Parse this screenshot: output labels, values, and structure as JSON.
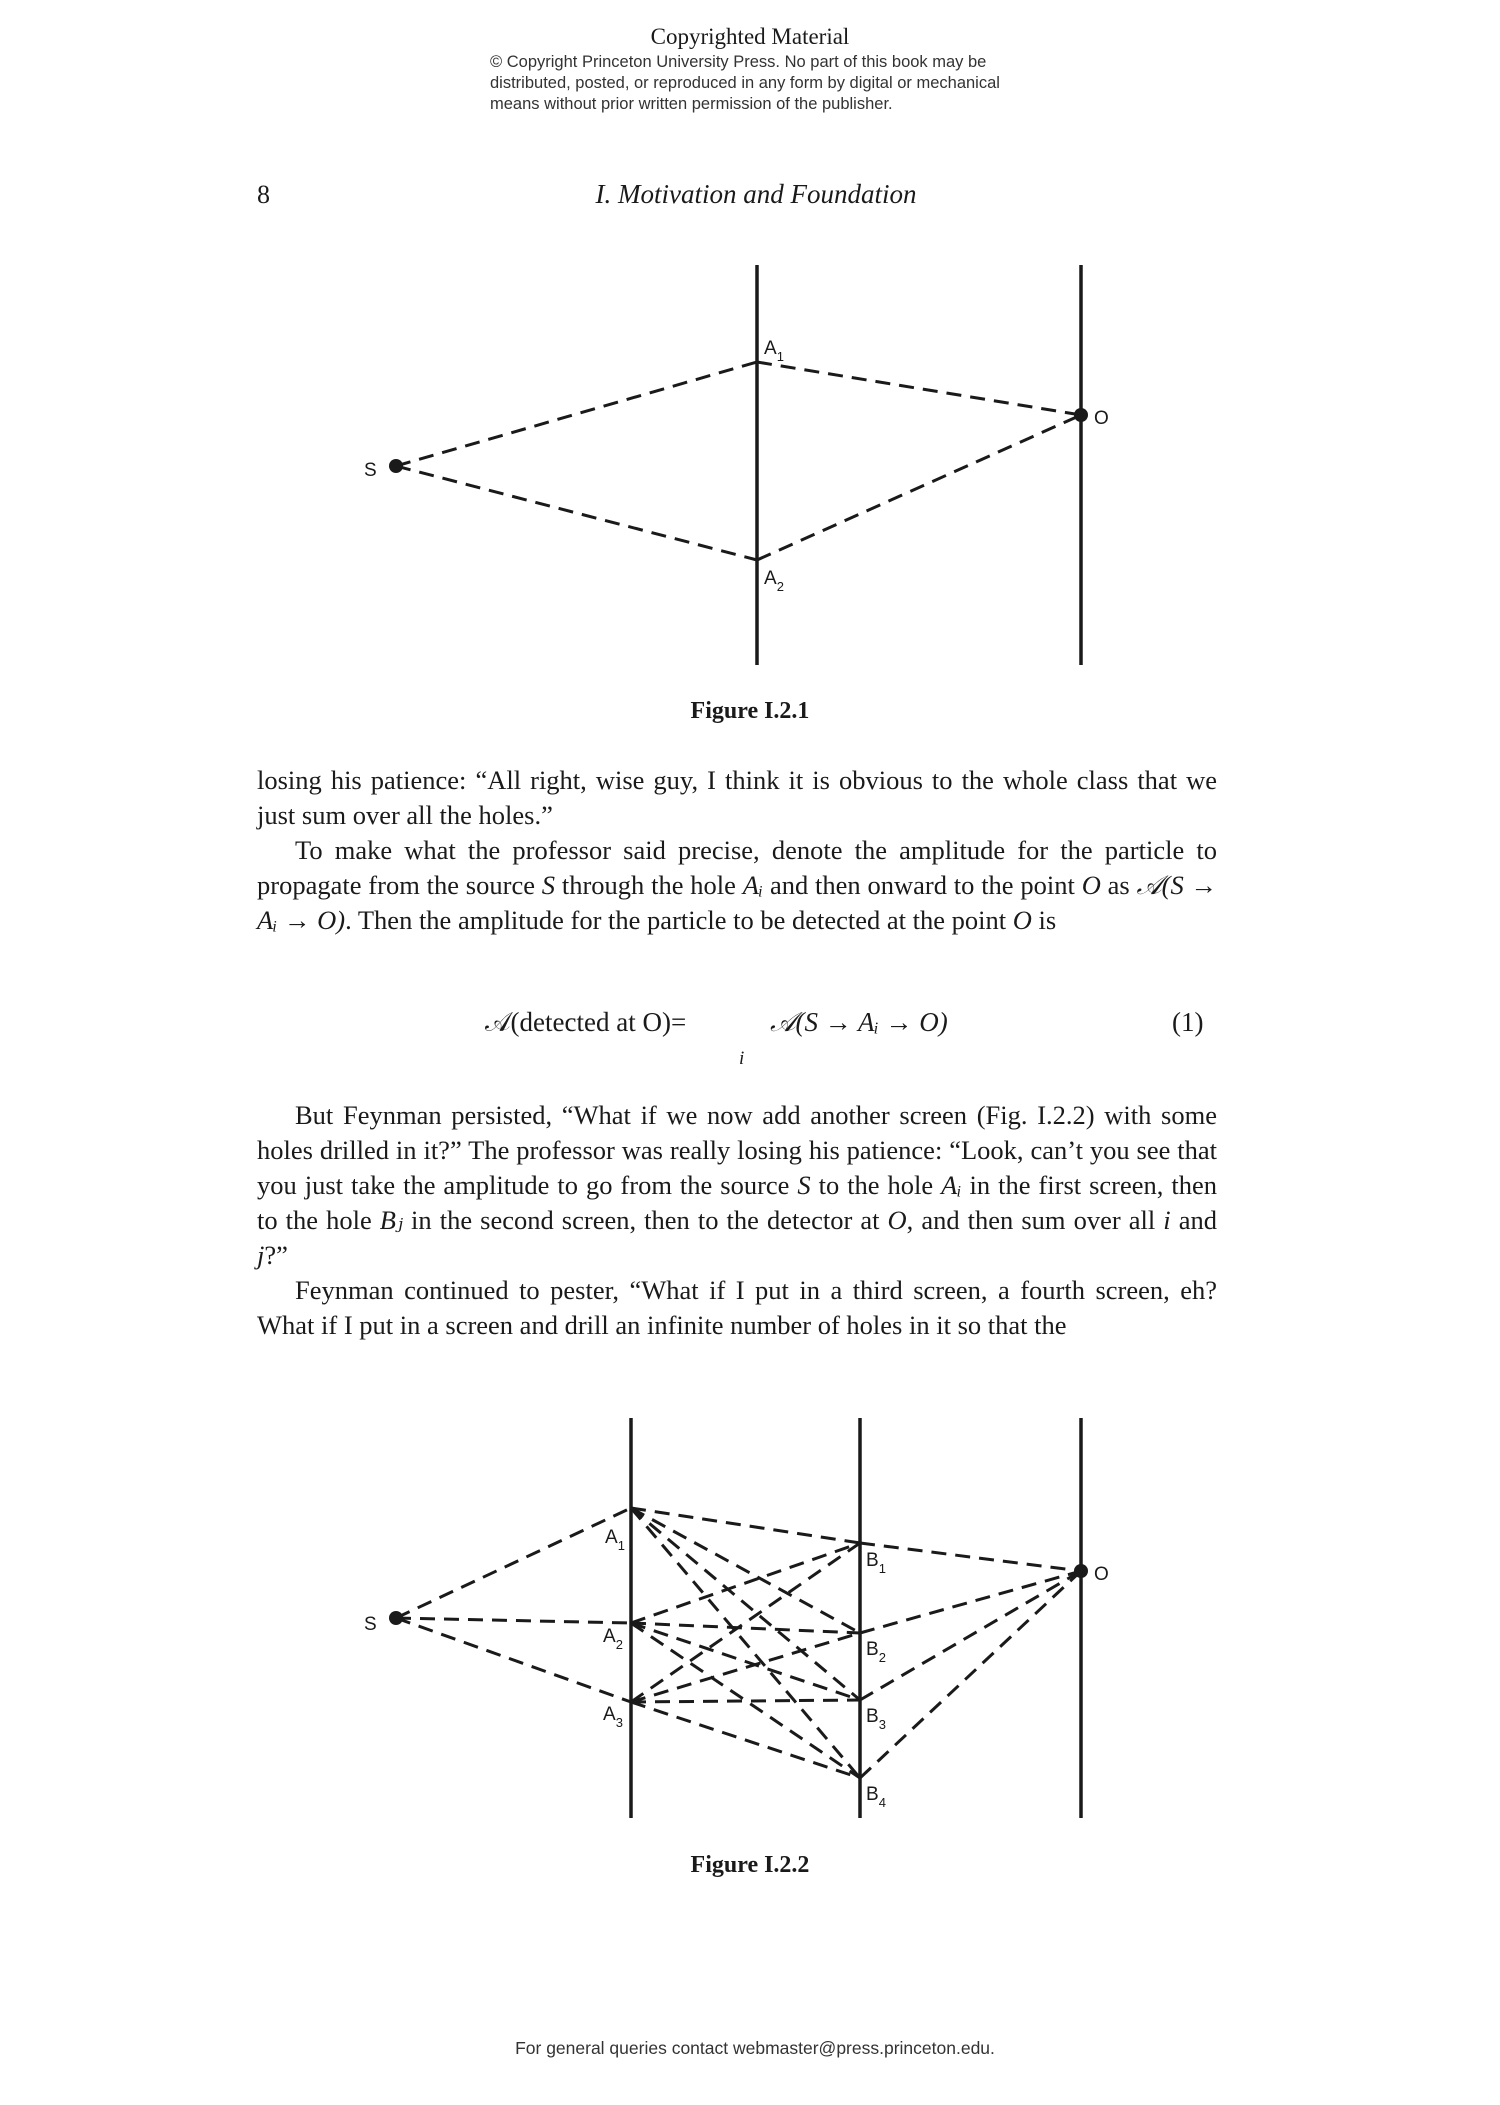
{
  "header": {
    "copyright_title": "Copyrighted Material",
    "copyright_notice_lines": [
      "© Copyright Princeton University Press. No part of this book may be",
      "distributed, posted, or reproduced in any form by digital or mechanical",
      "means without prior written permission of the publisher."
    ],
    "page_number": "8",
    "running_head": "I. Motivation and Foundation"
  },
  "figure1": {
    "caption": "Figure I.2.1",
    "labels": {
      "source": "S",
      "detector": "O",
      "holes": [
        [
          "A",
          "1"
        ],
        [
          "A",
          "2"
        ]
      ]
    }
  },
  "body": {
    "p1": "losing his patience: “All right, wise guy, I think it is obvious to the whole class that we just sum over all the holes.”",
    "p2": {
      "t1": "To make what the professor said precise, denote the amplitude for the particle to propagate from the source ",
      "m1": "S",
      "t2": " through the hole ",
      "m2": "Aᵢ",
      "t3": " and then onward to the point ",
      "m3": "O",
      "t4": " as ",
      "m4": "𝒜(S → Aᵢ → O)",
      "t5": ". Then the amplitude for the particle to be detected at the point ",
      "m5": "O",
      "t6": " is"
    },
    "p3": {
      "t1": "But Feynman persisted, “What if we now add another screen (Fig. I.2.2) with some holes drilled in it?” The professor was really losing his patience: “Look, can’t you see that you just take the amplitude to go from the source ",
      "m1": "S",
      "t2": " to the hole ",
      "m2": "Aᵢ",
      "t3": " in the first screen, then to the hole ",
      "m3": "Bⱼ",
      "t4": " in the second screen, then to the detector at ",
      "m4": "O",
      "t5": ", and then sum over all ",
      "m5": "i",
      "t6": " and ",
      "m6": "j",
      "t7": "?”"
    },
    "p4": "Feynman continued to pester, “What if I put in a third screen, a fourth screen, eh? What if I put in a screen and drill an infinite number of holes in it so that the"
  },
  "equation": {
    "lhs": "𝒜(detected at O)=",
    "rhs": "𝒜(S → Aᵢ → O)",
    "index": "i",
    "number": "(1)"
  },
  "figure2": {
    "caption": "Figure I.2.2",
    "labels": {
      "source": "S",
      "detector": "O",
      "a_holes": [
        [
          "A",
          "1"
        ],
        [
          "A",
          "2"
        ],
        [
          "A",
          "3"
        ]
      ],
      "b_holes": [
        [
          "B",
          "1"
        ],
        [
          "B",
          "2"
        ],
        [
          "B",
          "3"
        ],
        [
          "B",
          "4"
        ]
      ]
    }
  },
  "footer": "For general queries contact webmaster@press.princeton.edu."
}
